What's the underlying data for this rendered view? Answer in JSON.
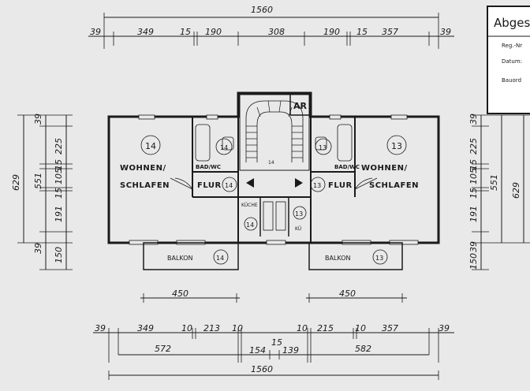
{
  "stamp": {
    "title": "Abges",
    "lines": [
      "Reg.-Nr",
      "Datum:",
      "Bauord"
    ]
  },
  "top_dims": {
    "total": "1560",
    "parts": [
      "39",
      "349",
      "15",
      "190",
      "308",
      "190",
      "15",
      "357",
      "39"
    ]
  },
  "bottom_dims": {
    "row1": [
      "39",
      "349",
      "10",
      "213",
      "10",
      "10",
      "215",
      "10",
      "357",
      "39"
    ],
    "row2": [
      "572",
      "154",
      "15",
      "139",
      "582"
    ],
    "total": "1560"
  },
  "left_dims": {
    "total": "629",
    "mid": "551",
    "parts": [
      "39",
      "225",
      "15",
      "105",
      "15",
      "191",
      "39",
      "150"
    ]
  },
  "right_dims": {
    "total": "629",
    "mid": "551",
    "parts": [
      "39",
      "225",
      "15",
      "105",
      "15",
      "191",
      "39",
      "150"
    ]
  },
  "balcony_width_dims": [
    "450",
    "450"
  ],
  "rooms": {
    "left_unit": "14",
    "right_unit": "13",
    "living_line1": "WOHNEN/",
    "living_line2": "SCHLAFEN",
    "bath": "BAD/WC",
    "hall": "FLUR",
    "kitchen": "KÜCHE",
    "kitchen_short": "KÜ",
    "balcony": "BALKON",
    "ar": "AR",
    "stair_mark": "14"
  }
}
